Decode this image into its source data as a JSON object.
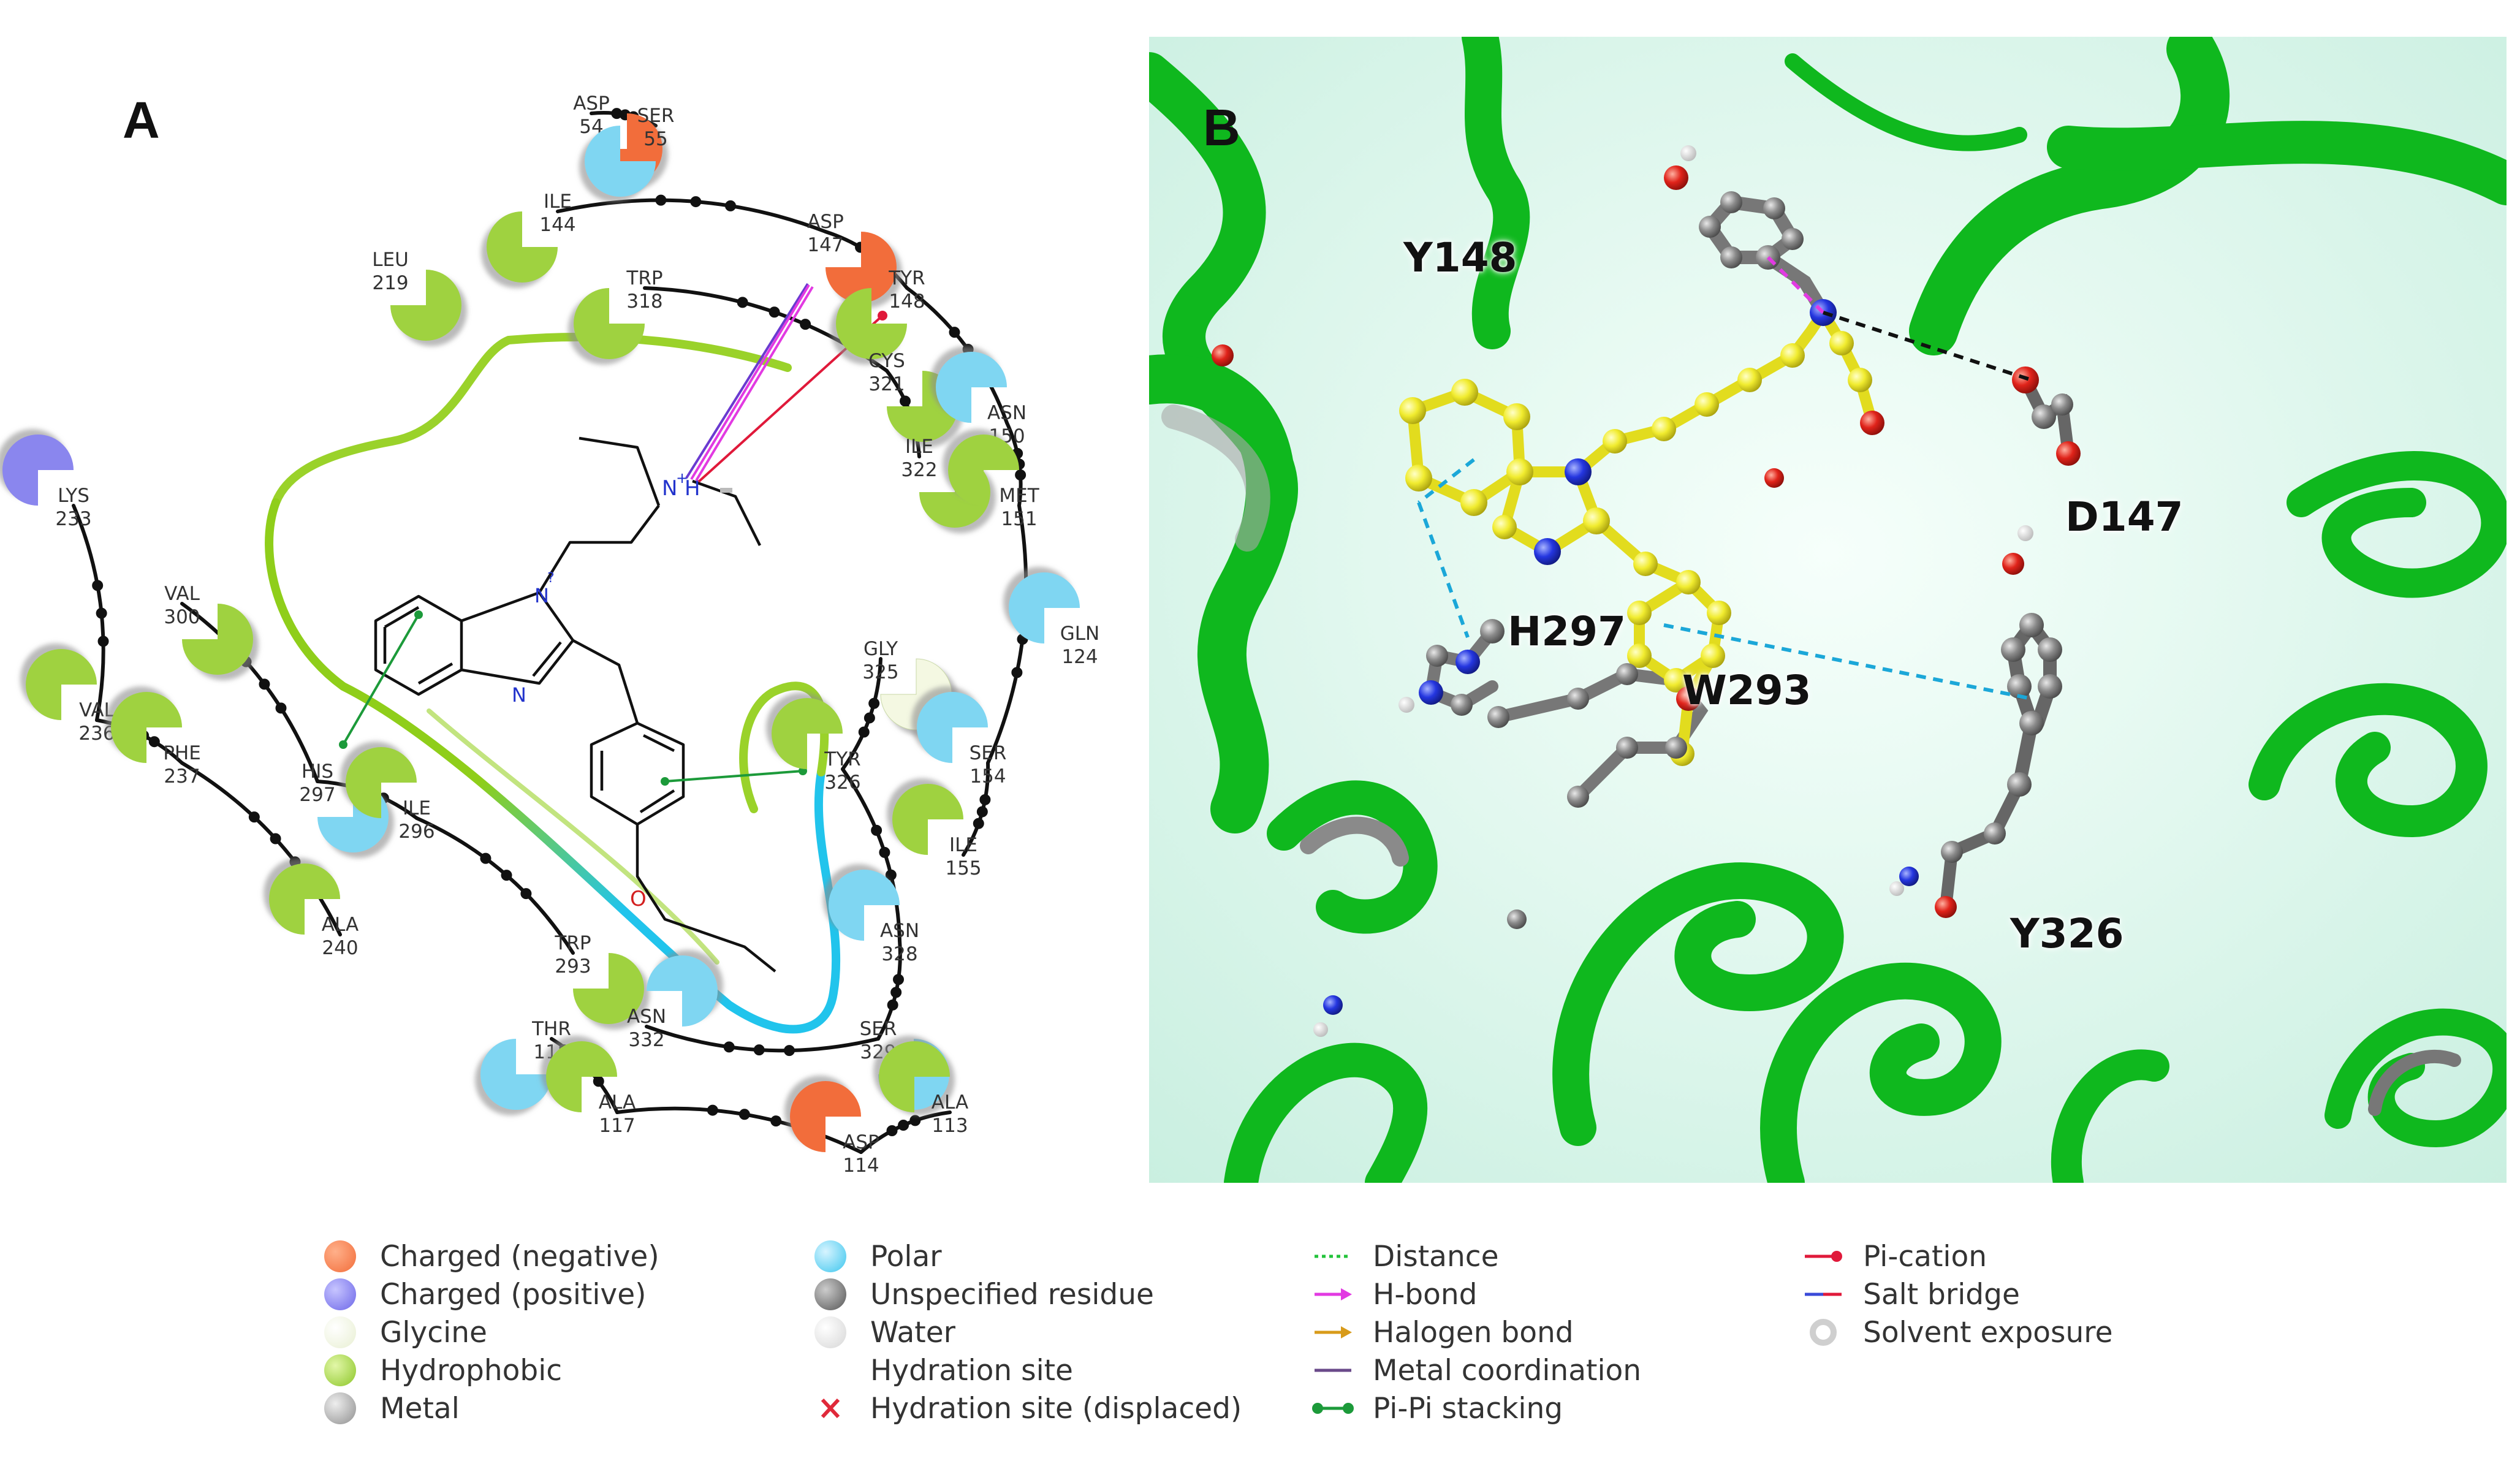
{
  "panel_a": {
    "label": "A",
    "residues": [
      {
        "id": "asp54",
        "name": "ASP",
        "num": "54",
        "type": "negative"
      },
      {
        "id": "ser55",
        "name": "SER",
        "num": "55",
        "type": "polar"
      },
      {
        "id": "ile144",
        "name": "ILE",
        "num": "144",
        "type": "hydrophobic"
      },
      {
        "id": "asp147",
        "name": "ASP",
        "num": "147",
        "type": "negative"
      },
      {
        "id": "leu219",
        "name": "LEU",
        "num": "219",
        "type": "hydrophobic"
      },
      {
        "id": "trp318",
        "name": "TRP",
        "num": "318",
        "type": "hydrophobic"
      },
      {
        "id": "tyr148",
        "name": "TYR",
        "num": "148",
        "type": "hydrophobic"
      },
      {
        "id": "cys321",
        "name": "CYS",
        "num": "321",
        "type": "hydrophobic"
      },
      {
        "id": "asn150",
        "name": "ASN",
        "num": "150",
        "type": "polar"
      },
      {
        "id": "ile322",
        "name": "ILE",
        "num": "322",
        "type": "hydrophobic"
      },
      {
        "id": "lys233",
        "name": "LYS",
        "num": "233",
        "type": "positive"
      },
      {
        "id": "met151",
        "name": "MET",
        "num": "151",
        "type": "hydrophobic"
      },
      {
        "id": "val300",
        "name": "VAL",
        "num": "300",
        "type": "hydrophobic"
      },
      {
        "id": "gln124",
        "name": "GLN",
        "num": "124",
        "type": "polar"
      },
      {
        "id": "gly325",
        "name": "GLY",
        "num": "325",
        "type": "glycine"
      },
      {
        "id": "val236",
        "name": "VAL",
        "num": "236",
        "type": "hydrophobic"
      },
      {
        "id": "phe237",
        "name": "PHE",
        "num": "237",
        "type": "hydrophobic"
      },
      {
        "id": "his297",
        "name": "HIS",
        "num": "297",
        "type": "polar"
      },
      {
        "id": "tyr326",
        "name": "TYR",
        "num": "326",
        "type": "hydrophobic"
      },
      {
        "id": "ser154",
        "name": "SER",
        "num": "154",
        "type": "polar"
      },
      {
        "id": "ile296",
        "name": "ILE",
        "num": "296",
        "type": "hydrophobic"
      },
      {
        "id": "ile155",
        "name": "ILE",
        "num": "155",
        "type": "hydrophobic"
      },
      {
        "id": "ala240",
        "name": "ALA",
        "num": "240",
        "type": "hydrophobic"
      },
      {
        "id": "trp293",
        "name": "TRP",
        "num": "293",
        "type": "hydrophobic"
      },
      {
        "id": "asn328",
        "name": "ASN",
        "num": "328",
        "type": "polar"
      },
      {
        "id": "thr118",
        "name": "THR",
        "num": "118",
        "type": "polar"
      },
      {
        "id": "asn332",
        "name": "ASN",
        "num": "332",
        "type": "polar"
      },
      {
        "id": "ser329",
        "name": "SER",
        "num": "329",
        "type": "polar"
      },
      {
        "id": "ala117",
        "name": "ALA",
        "num": "117",
        "type": "hydrophobic"
      },
      {
        "id": "ala113",
        "name": "ALA",
        "num": "113",
        "type": "hydrophobic"
      },
      {
        "id": "asp114",
        "name": "ASP",
        "num": "114",
        "type": "negative"
      }
    ],
    "atom_labels": {
      "ammonium_n": "N",
      "ammonium_charge": "+",
      "ammonium_h": "H",
      "ring_n1": "N",
      "ring_n1_charge": "?",
      "ring_n2": "N",
      "ether_o": "O"
    }
  },
  "panel_b": {
    "label": "B",
    "residue_labels": [
      "Y148",
      "D147",
      "H297",
      "W293",
      "Y326"
    ]
  },
  "colors": {
    "negative": "#f26d3a",
    "positive": "#8a86ee",
    "glycine": "#f4f8e2",
    "hydrophobic": "#9fd23f",
    "polar": "#7fd6f2",
    "helix": "#0fb81e",
    "ligand": "#f1ec2f",
    "carbon": "#8a8a8a",
    "pocket_green": "#8fce1a",
    "pocket_blue": "#21c4ec"
  },
  "legend": [
    [
      {
        "symbol": "ball-negative",
        "text": "Charged (negative)"
      },
      {
        "symbol": "ball-positive",
        "text": "Charged (positive)"
      },
      {
        "symbol": "ball-glycine",
        "text": "Glycine"
      },
      {
        "symbol": "ball-hydrophobic",
        "text": "Hydrophobic"
      },
      {
        "symbol": "ball-metal",
        "text": "Metal"
      }
    ],
    [
      {
        "symbol": "ball-polar",
        "text": "Polar"
      },
      {
        "symbol": "ball-unspecified",
        "text": "Unspecified residue"
      },
      {
        "symbol": "ball-water",
        "text": "Water"
      },
      {
        "symbol": "none",
        "text": "Hydration site"
      },
      {
        "symbol": "red-cross",
        "text": "Hydration site (displaced)"
      }
    ],
    [
      {
        "symbol": "dotted-green-line",
        "text": "Distance"
      },
      {
        "symbol": "magenta-arrow",
        "text": "H-bond"
      },
      {
        "symbol": "orange-arrow",
        "text": "Halogen bond"
      },
      {
        "symbol": "purple-line",
        "text": "Metal coordination"
      },
      {
        "symbol": "green-dot-line",
        "text": "Pi-Pi stacking"
      }
    ],
    [
      {
        "symbol": "red-dot-line",
        "text": "Pi-cation"
      },
      {
        "symbol": "blue-red-line",
        "text": "Salt bridge"
      },
      {
        "symbol": "grey-ring",
        "text": "Solvent exposure"
      }
    ]
  ]
}
